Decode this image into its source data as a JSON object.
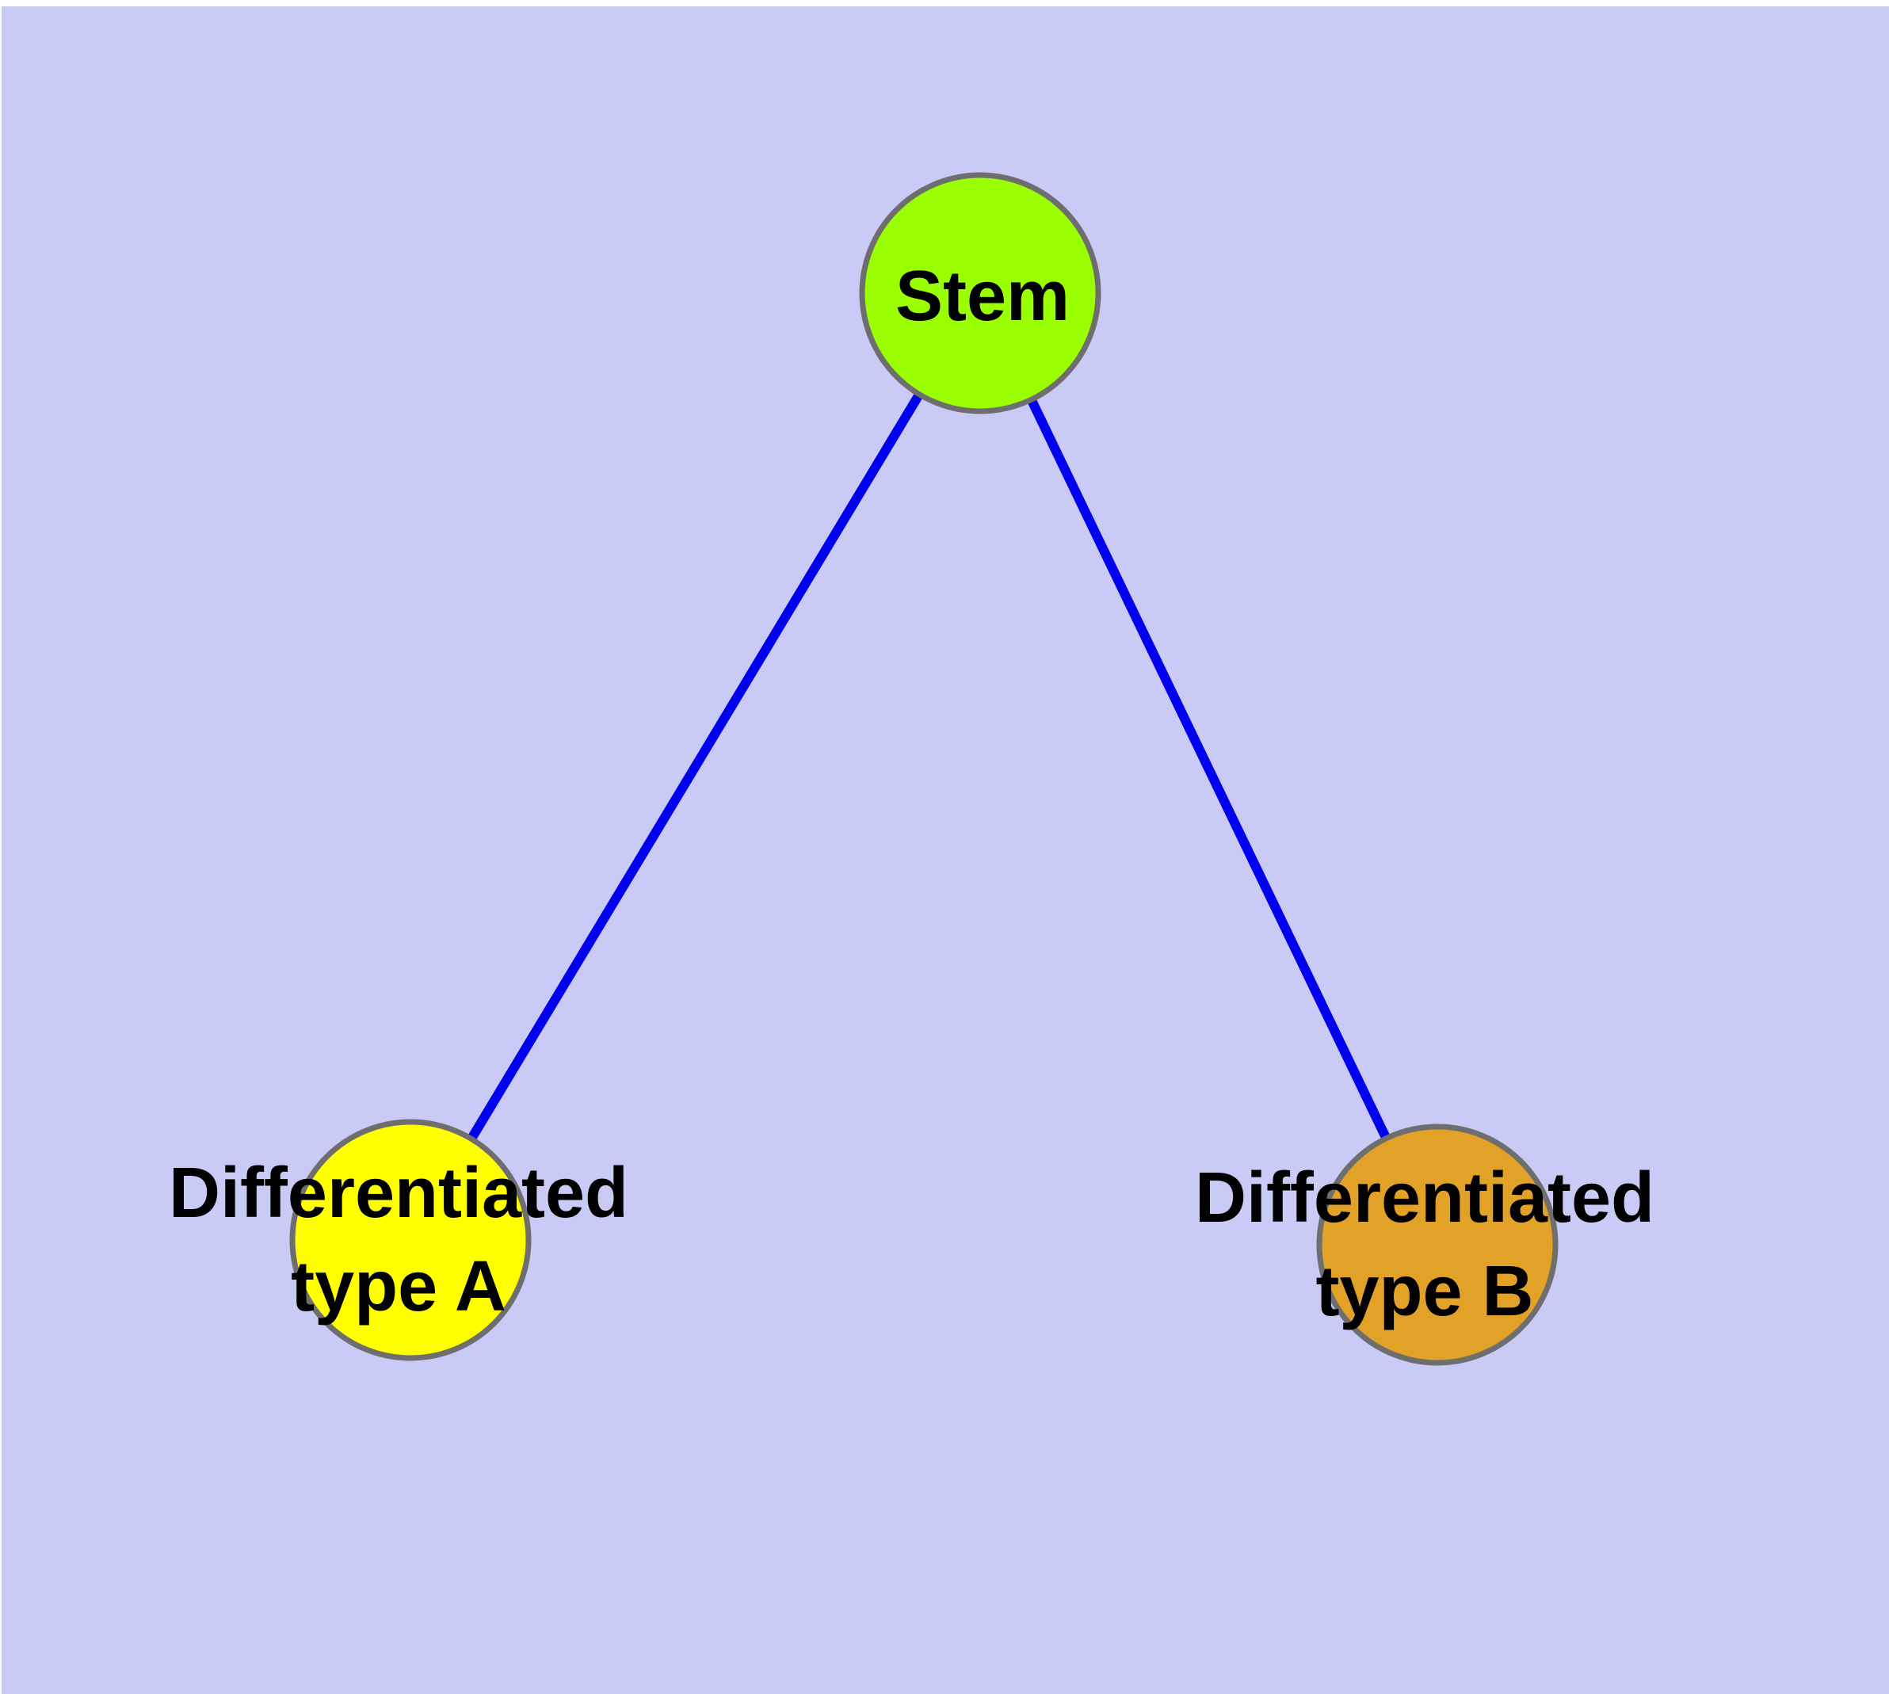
{
  "canvas": {
    "background_color": "#CACAF6",
    "margin_color": "#FFFFFF"
  },
  "styles": {
    "node_border_color": "#6E6E6E",
    "edge_color": "#0000EE",
    "label_color": "#000000"
  },
  "nodes": {
    "stem": {
      "label": "Stem",
      "color": "#9AFF00"
    },
    "type_a": {
      "label_line1": "Differentiated",
      "label_line2": "type A",
      "color": "#FFFF00"
    },
    "type_b": {
      "label_line1": "Differentiated",
      "label_line2": "type B",
      "color": "#E2A227"
    }
  },
  "edges": [
    {
      "from": "Stem",
      "to": "Differentiated type A"
    },
    {
      "from": "Stem",
      "to": "Differentiated type B"
    }
  ]
}
